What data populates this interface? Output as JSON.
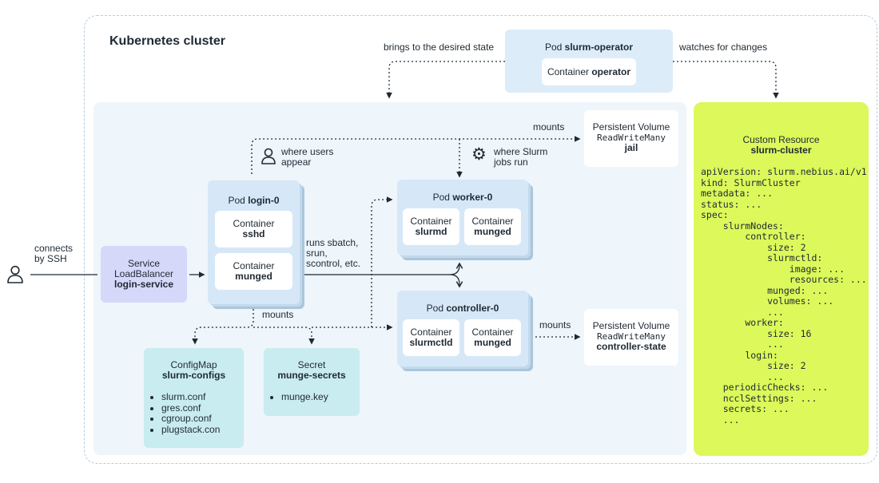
{
  "diagram": {
    "cluster_title": "Kubernetes cluster",
    "operator": {
      "pod_prefix": "Pod",
      "pod_name": "slurm-operator",
      "container_prefix": "Container",
      "container_name": "operator",
      "left_label": "brings to the desired state",
      "right_label": "watches for changes"
    },
    "user": {
      "connect_line1": "connects",
      "connect_line2": "by SSH"
    },
    "service": {
      "line1": "Service",
      "line2": "LoadBalancer",
      "name": "login-service"
    },
    "login_pod": {
      "prefix": "Pod",
      "name": "login-0",
      "containers": [
        {
          "prefix": "Container",
          "name": "sshd"
        },
        {
          "prefix": "Container",
          "name": "munged"
        }
      ]
    },
    "where_users": {
      "line1": "where users",
      "line2": "appear"
    },
    "where_jobs": {
      "line1": "where Slurm",
      "line2": "jobs run"
    },
    "runs": {
      "line1": "runs sbatch,",
      "line2": "srun,",
      "line3": "scontrol, etc."
    },
    "worker_pod": {
      "prefix": "Pod",
      "name": "worker-0",
      "containers": [
        {
          "prefix": "Container",
          "name": "slurmd"
        },
        {
          "prefix": "Container",
          "name": "munged"
        }
      ]
    },
    "controller_pod": {
      "prefix": "Pod",
      "name": "controller-0",
      "containers": [
        {
          "prefix": "Container",
          "name": "slurmctld"
        },
        {
          "prefix": "Container",
          "name": "munged"
        }
      ]
    },
    "mounts_label": "mounts",
    "pv_jail": {
      "line1": "Persistent Volume",
      "line2": "ReadWriteMany",
      "name": "jail"
    },
    "pv_controller": {
      "line1": "Persistent Volume",
      "line2": "ReadWriteMany",
      "name": "controller-state"
    },
    "configmap": {
      "type": "ConfigMap",
      "name": "slurm-configs",
      "items": [
        "slurm.conf",
        "gres.conf",
        "cgroup.conf",
        "plugstack.con"
      ]
    },
    "secret": {
      "type": "Secret",
      "name": "munge-secrets",
      "items": [
        "munge.key"
      ]
    },
    "custom_resource": {
      "type": "Custom Resource",
      "name": "slurm-cluster",
      "yaml": "apiVersion: slurm.nebius.ai/v1\nkind: SlurmCluster\nmetadata: ...\nstatus: ...\nspec:\n    slurmNodes:\n        controller:\n            size: 2\n            slurmctld:\n                image: ...\n                resources: ...\n            munged: ...\n            volumes: ...\n            ...\n        worker:\n            size: 16\n            ...\n        login:\n            size: 2\n            ...\n    periodicChecks: ...\n    ncclSettings: ...\n    secrets: ...\n    ..."
    },
    "colors": {
      "service": "#d6d8fa",
      "pod": "#d6e8f7",
      "config": "#c8ecef",
      "custom_resource": "#dcf85a",
      "inner_area": "#eef5fb"
    }
  }
}
